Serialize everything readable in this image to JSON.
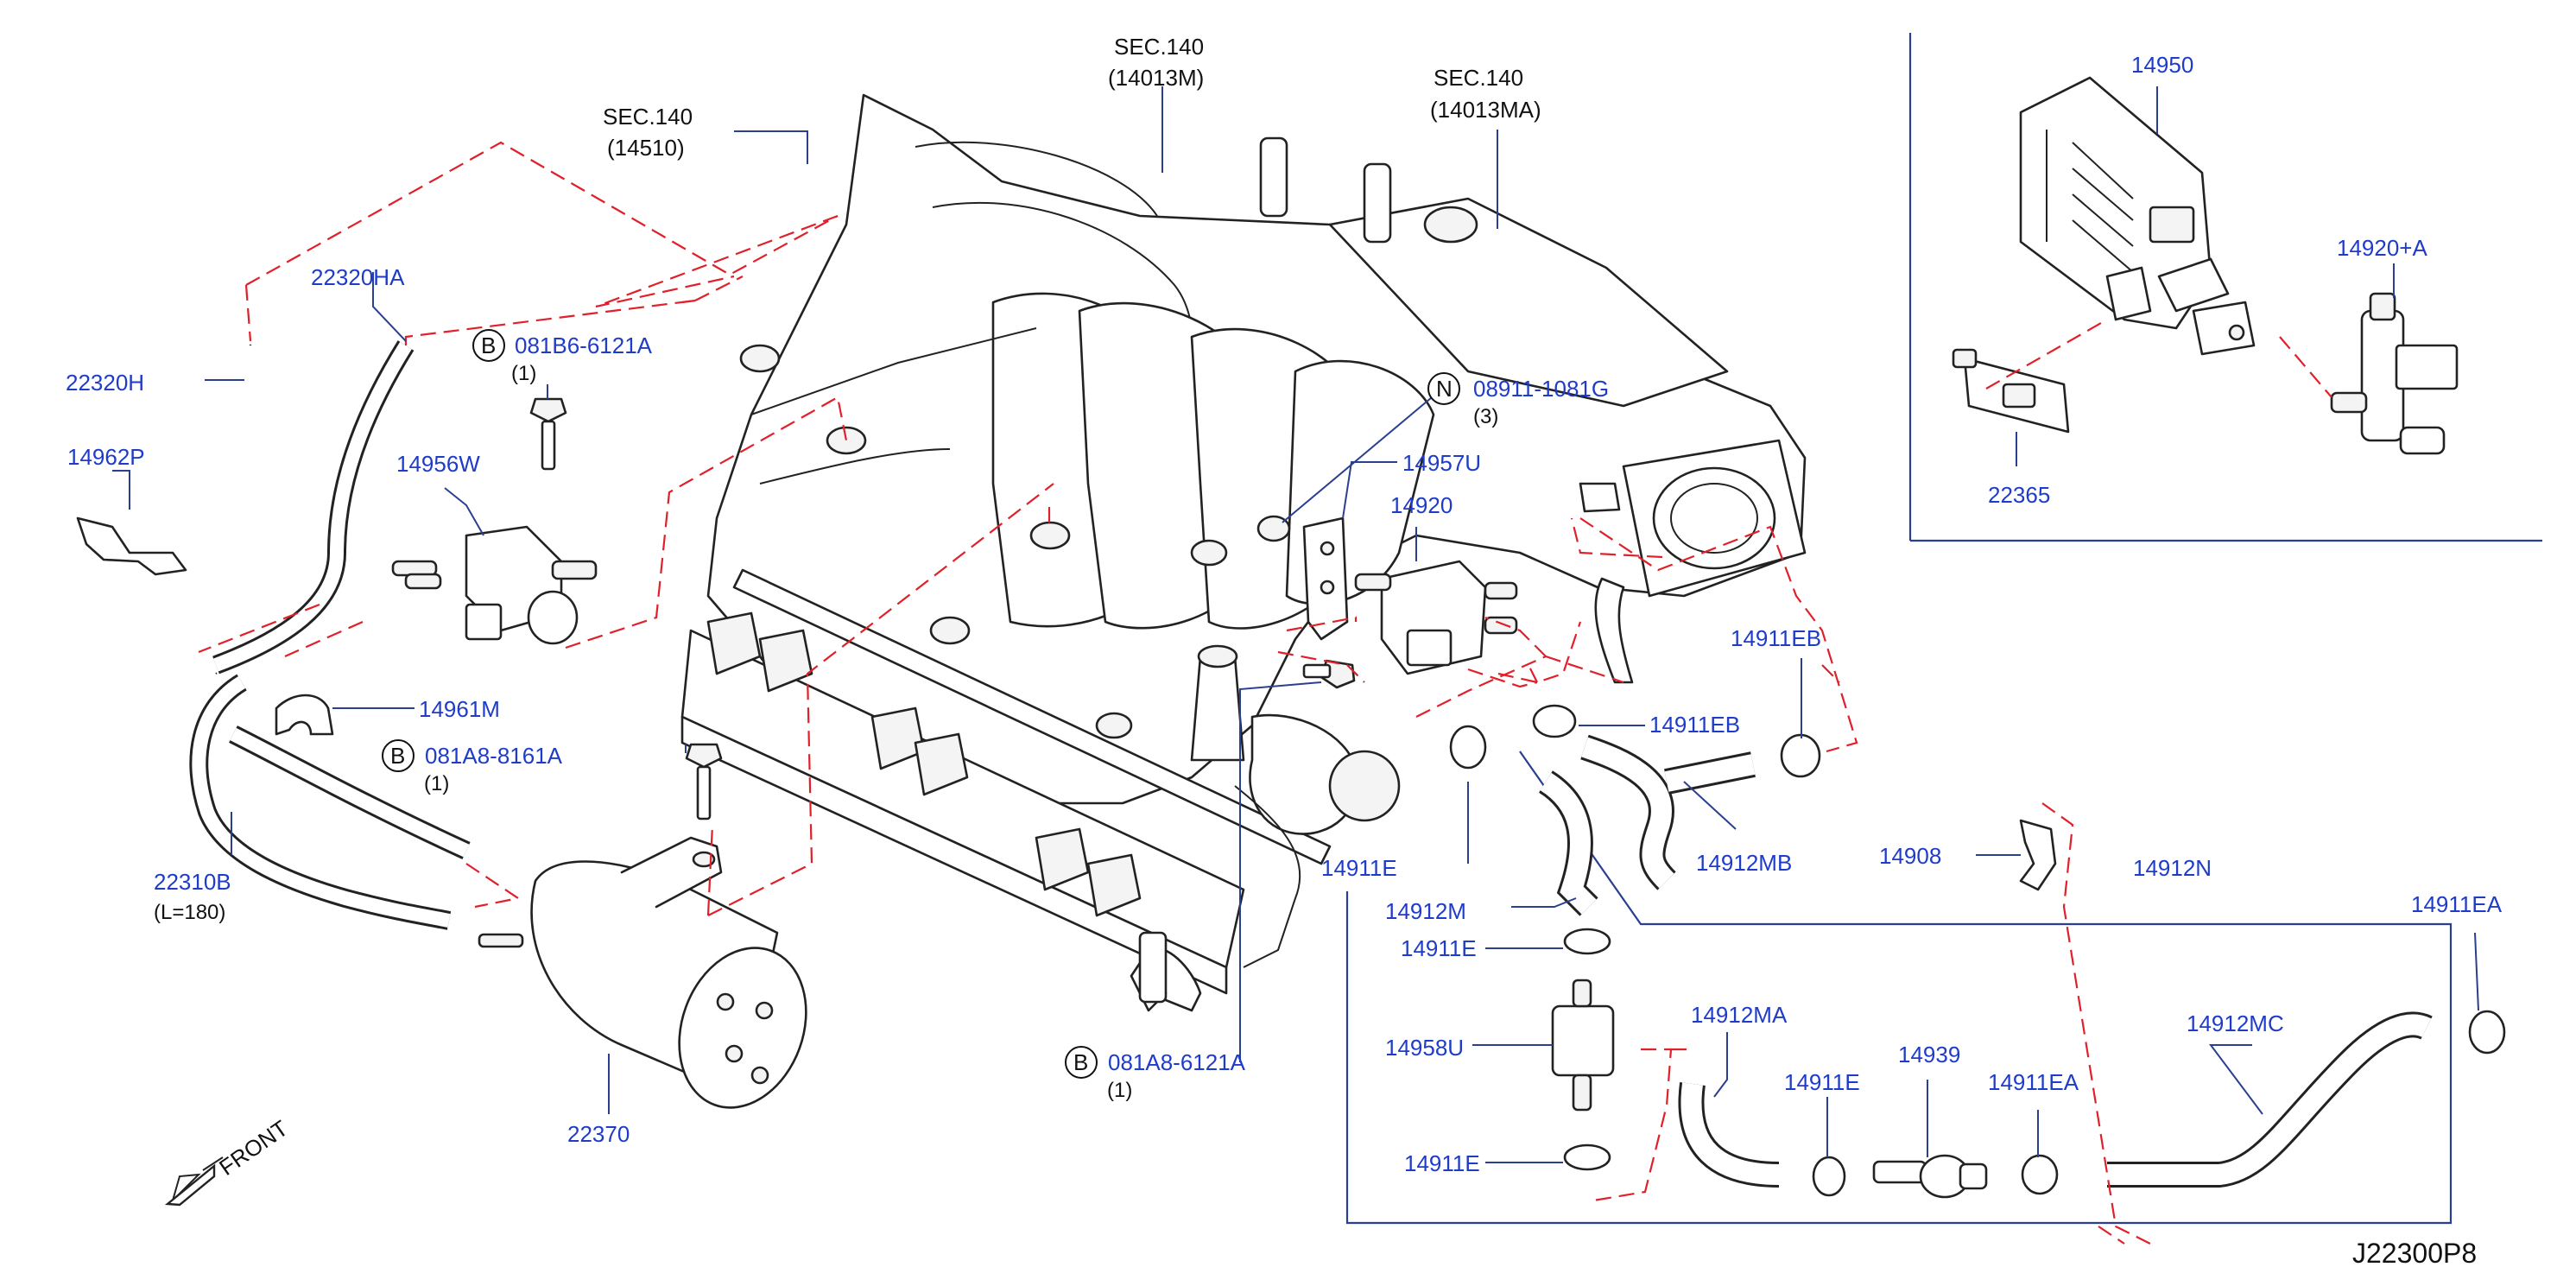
{
  "diagram": {
    "code": "J22300P8",
    "front_label": "FRONT",
    "section_refs": [
      {
        "id": "sec-14510",
        "line1": "SEC.140",
        "line2": "(14510)"
      },
      {
        "id": "sec-14013m",
        "line1": "SEC.140",
        "line2": "(14013M)"
      },
      {
        "id": "sec-14013ma",
        "line1": "SEC.140",
        "line2": "(14013MA)"
      }
    ],
    "bolts": [
      {
        "id": "bolt-1",
        "prefix": "B",
        "part": "081B6-6121A",
        "qty": "(1)"
      },
      {
        "id": "bolt-2",
        "prefix": "B",
        "part": "081A8-8161A",
        "qty": "(1)"
      },
      {
        "id": "bolt-3",
        "prefix": "B",
        "part": "081A8-6121A",
        "qty": "(1)"
      },
      {
        "id": "nut-1",
        "prefix": "N",
        "part": "08911-1081G",
        "qty": "(3)"
      }
    ],
    "hose_length": "(L=180)",
    "parts": {
      "p14950": "14950",
      "p14920a": "14920+A",
      "p22365": "22365",
      "p22320ha": "22320HA",
      "p22320h": "22320H",
      "p14962p": "14962P",
      "p14956w": "14956W",
      "p14961m": "14961M",
      "p22310b": "22310B",
      "p22370": "22370",
      "p14957u": "14957U",
      "p14920": "14920",
      "p14911eb_a": "14911EB",
      "p14911eb_b": "14911EB",
      "p14911e_a": "14911E",
      "p14912mb": "14912MB",
      "p14912m": "14912M",
      "p14911e_b": "14911E",
      "p14958u": "14958U",
      "p14911e_c": "14911E",
      "p14912ma": "14912MA",
      "p14911e_d": "14911E",
      "p14939": "14939",
      "p14911ea_a": "14911EA",
      "p14912mc": "14912MC",
      "p14911ea_b": "14911EA",
      "p14908": "14908",
      "p14912n": "14912N"
    }
  }
}
